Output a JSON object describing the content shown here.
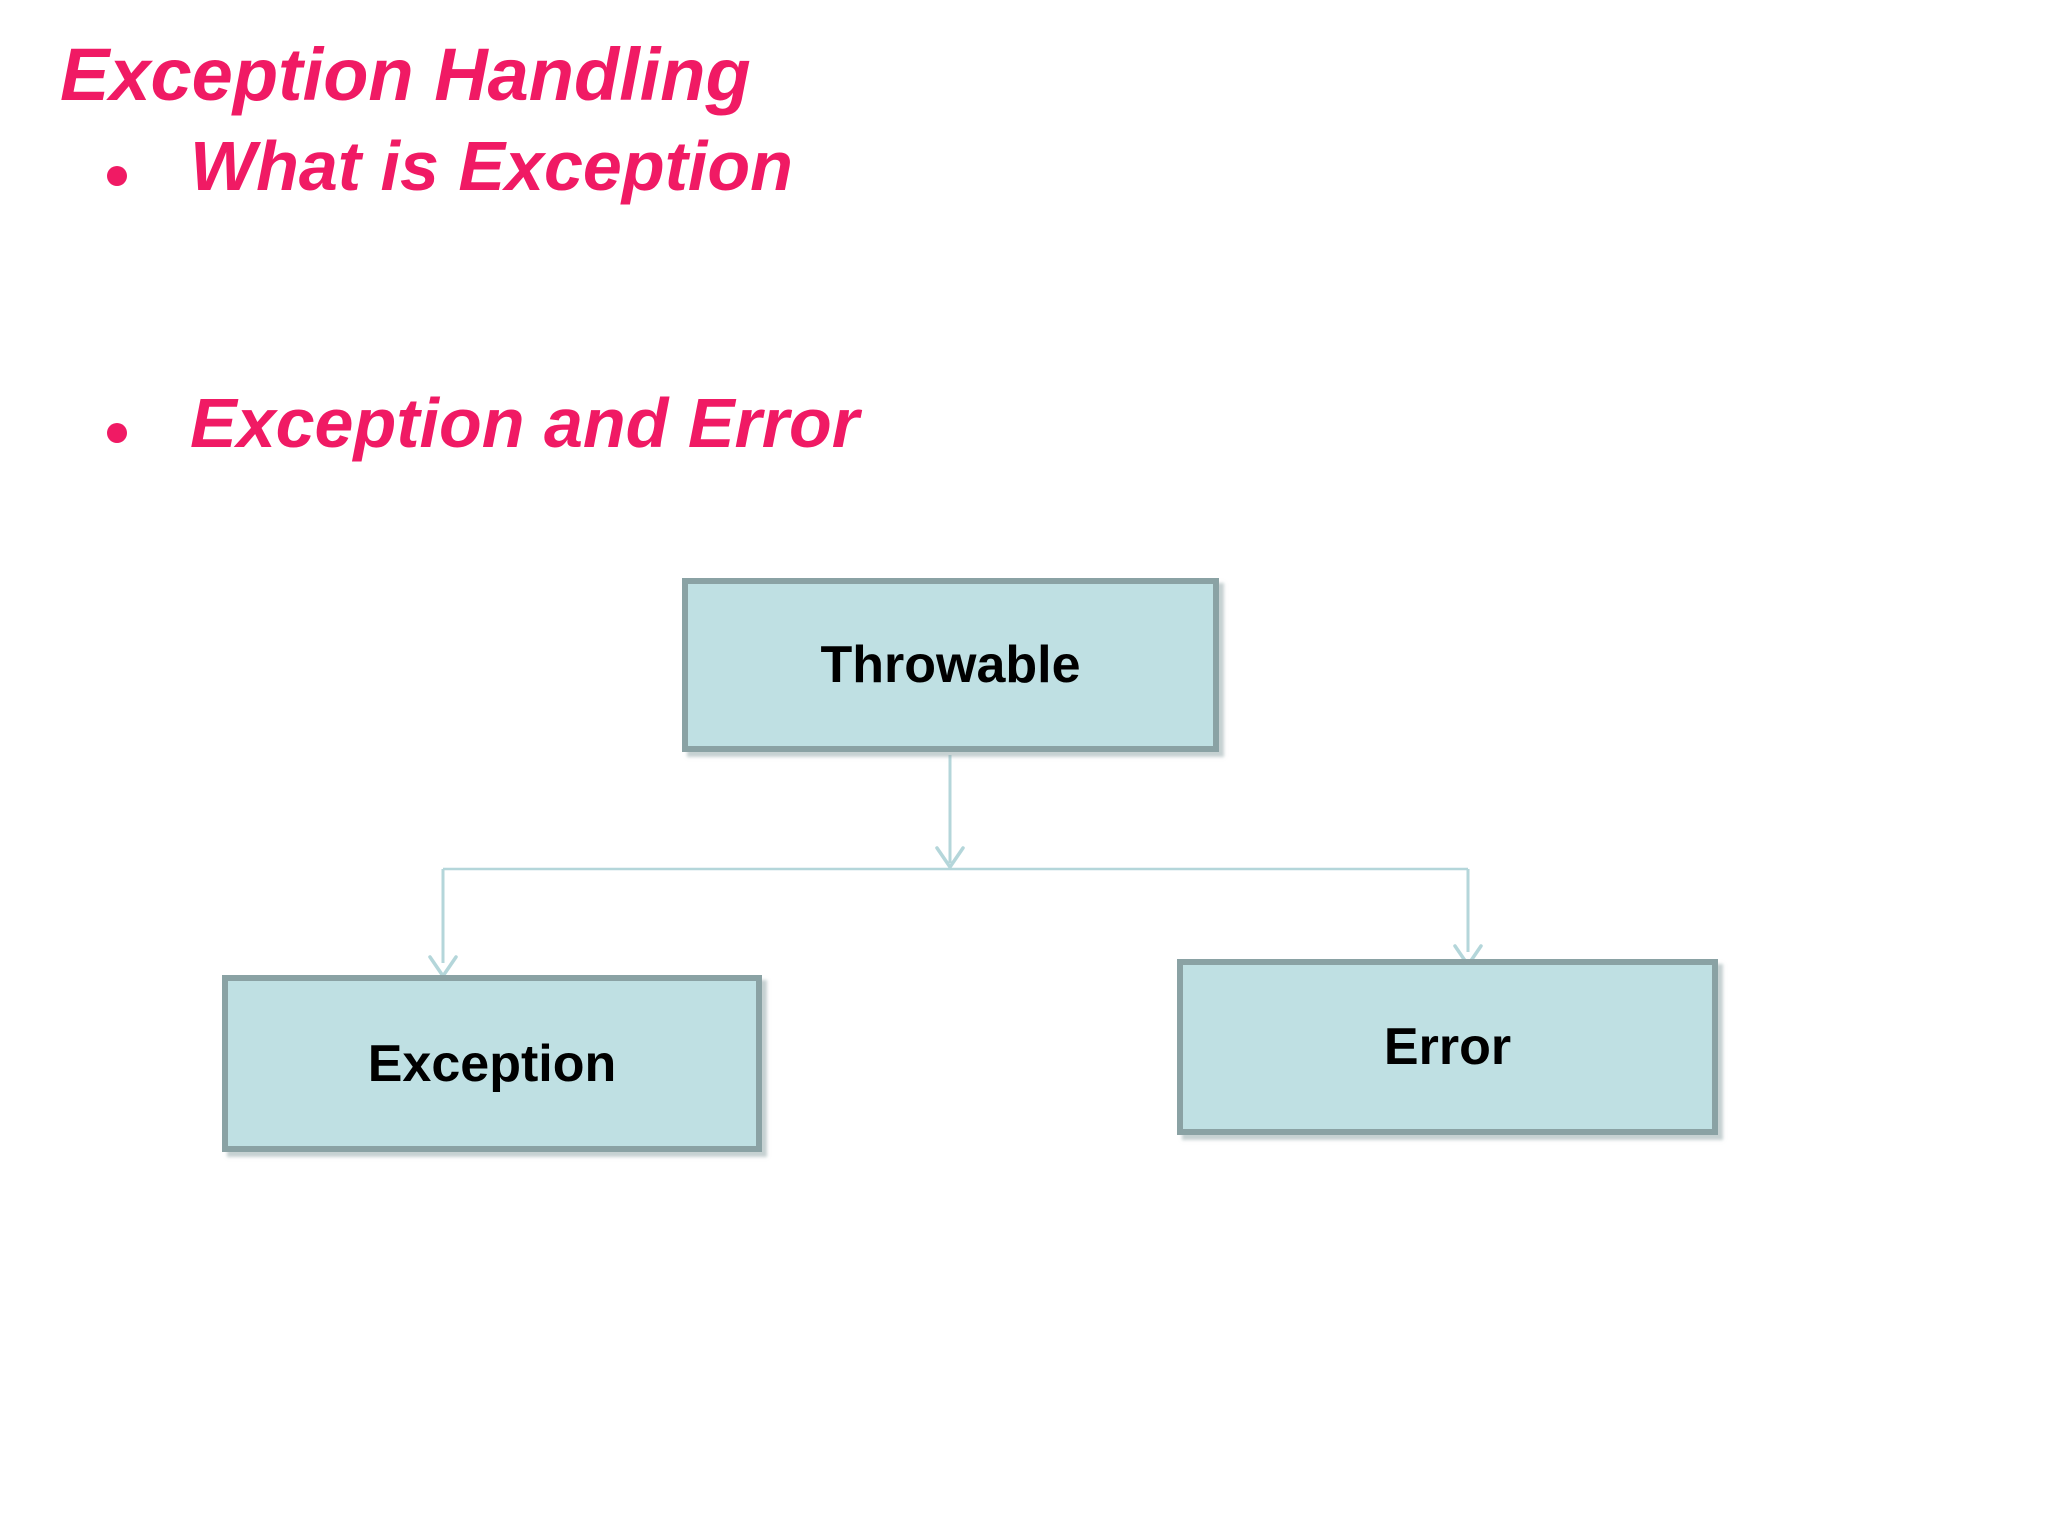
{
  "slide": {
    "title": "Exception Handling",
    "bullets": [
      {
        "label": "What is Exception"
      },
      {
        "label": "Exception and Error"
      }
    ]
  },
  "diagram": {
    "nodes": [
      {
        "id": "throwable",
        "label": "Throwable"
      },
      {
        "id": "exception",
        "label": "Exception"
      },
      {
        "id": "error",
        "label": "Error"
      }
    ],
    "edges": [
      {
        "from": "throwable",
        "to": "exception"
      },
      {
        "from": "throwable",
        "to": "error"
      }
    ]
  },
  "colors": {
    "background": "#FFFFFF",
    "heading_pink": "#F01A64",
    "box_fill": "#BFE0E3",
    "box_border": "#8AA2A4",
    "box_text": "#000000",
    "connector": "#B4D6DA"
  }
}
